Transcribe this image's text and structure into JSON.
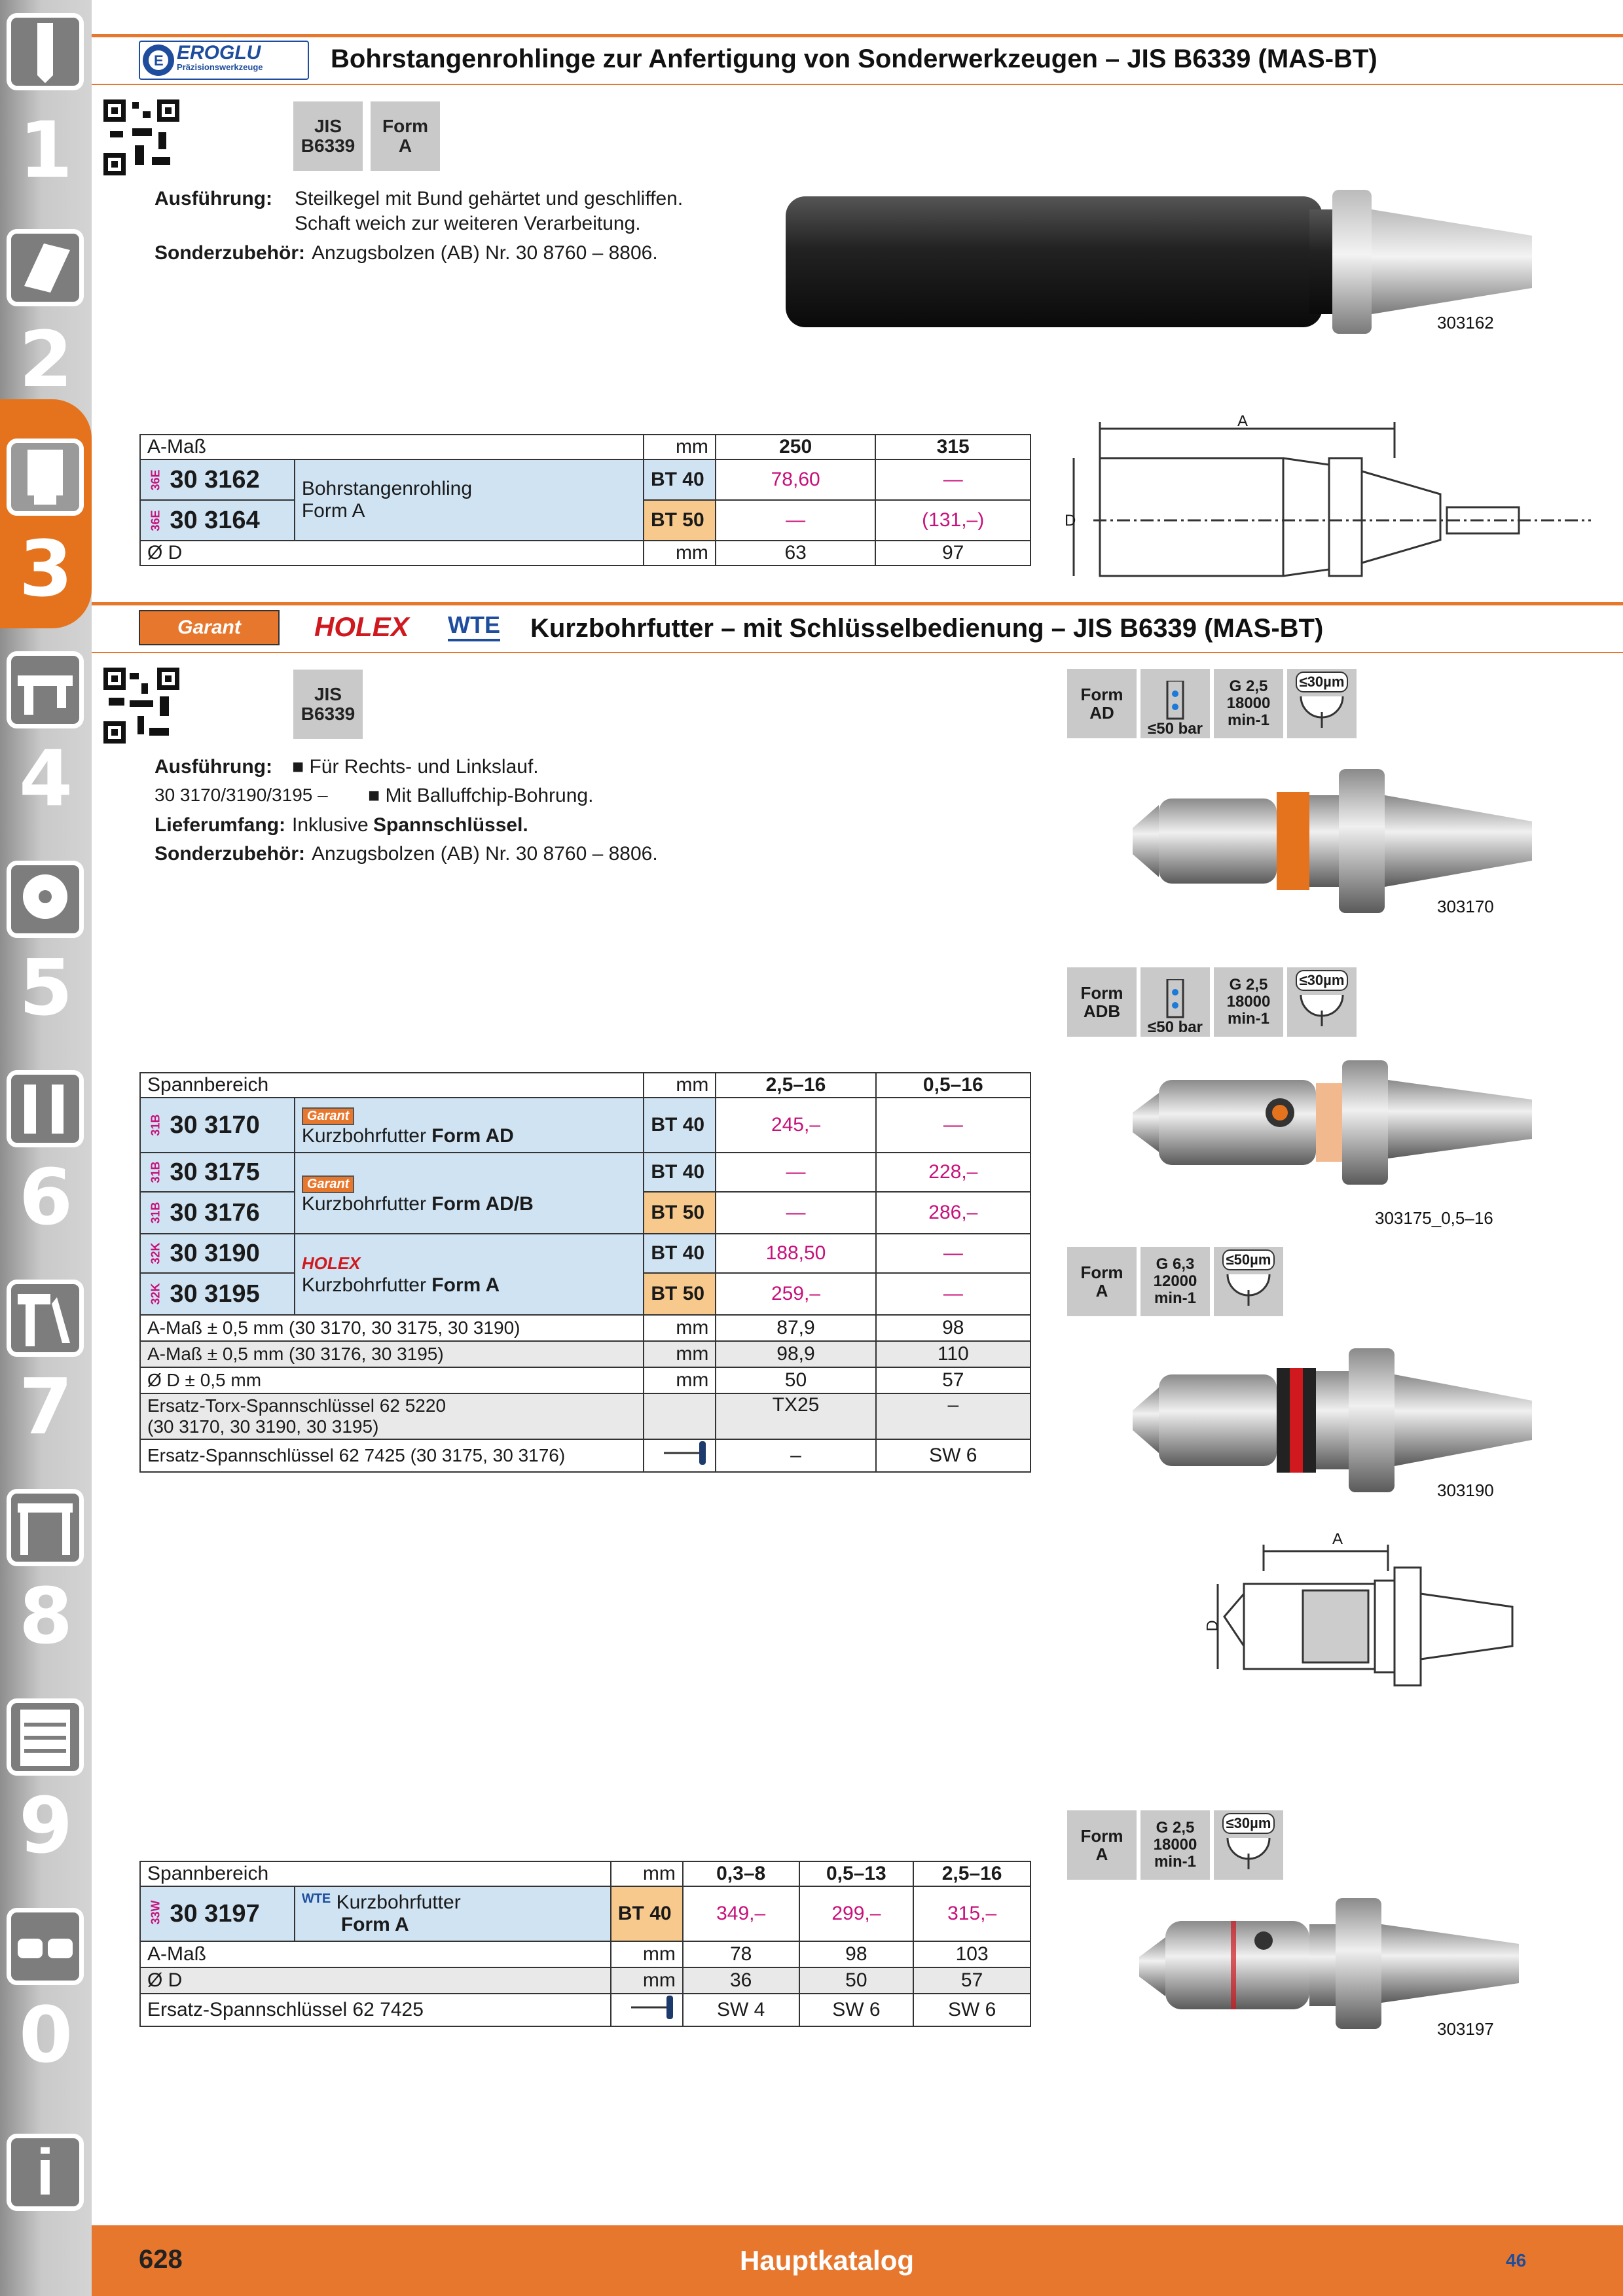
{
  "sidebar": {
    "numbers": [
      "1",
      "2",
      "3",
      "4",
      "5",
      "6",
      "7",
      "8",
      "9",
      "0"
    ],
    "icons": [
      "drill-icon",
      "insert-icon",
      "holder-icon",
      "caliper-icon",
      "grinding-disc-icon",
      "wrench-icon",
      "pliers-icon",
      "workbench-icon",
      "tool-cabinet-icon",
      "safety-glasses-icon",
      "info-icon"
    ],
    "info_letter": "i",
    "active_section": "3"
  },
  "section1": {
    "brand": "EROGLU",
    "brand_sub": "Präzisionswerkzeuge",
    "title": "Bohrstangenrohlinge zur Anfertigung von Sonderwerkzeugen – JIS B6339 (MAS-BT)",
    "badges": [
      {
        "l1": "JIS",
        "l2": "B6339"
      },
      {
        "l1": "Form",
        "l2": "A"
      }
    ],
    "ausfuehrung_label": "Ausführung:",
    "ausfuehrung_1": "Steilkegel mit Bund gehärtet und geschliffen.",
    "ausfuehrung_2": "Schaft weich zur weiteren Verarbeitung.",
    "sonder_label": "Sonderzubehör:",
    "sonder_text": "Anzugsbolzen (AB) Nr. 30 8760 – 8806.",
    "image_code": "303162",
    "dim_a": "A",
    "dim_d": "D",
    "table": {
      "header": {
        "label": "A-Maß",
        "unit": "mm",
        "cols": [
          "250",
          "315"
        ]
      },
      "rows": [
        {
          "idx": "36E",
          "art": "30 3162",
          "bt": "BT 40",
          "prices": [
            "78,60",
            "—"
          ]
        },
        {
          "idx": "36E",
          "art": "30 3164",
          "bt": "BT 50",
          "prices": [
            "—",
            "(131,–)"
          ]
        }
      ],
      "desc_1": "Bohrstangenrohling",
      "desc_2": "Form A",
      "footer": {
        "label": "Ø D",
        "unit": "mm",
        "vals": [
          "63",
          "97"
        ]
      }
    }
  },
  "section2": {
    "brands": [
      "Garant",
      "HOLEX",
      "WTE"
    ],
    "title": "Kurzbohrfutter – mit Schlüsselbedienung – JIS B6339 (MAS-BT)",
    "badge": {
      "l1": "JIS",
      "l2": "B6339"
    },
    "ausfuehrung_label": "Ausführung:",
    "ausfuehrung_text": "■ Für Rechts- und Linkslauf.",
    "ausfuehrung_2_codes": "30 3170/3190/3195 –",
    "ausfuehrung_2_text": "■ Mit Balluffchip-Bohrung.",
    "liefer_label": "Lieferumfang:",
    "liefer_text_1": "Inklusive",
    "liefer_text_2": "Spannschlüssel.",
    "sonder_label": "Sonderzubehör:",
    "sonder_text": "Anzugsbolzen (AB) Nr. 30 8760 – 8806.",
    "pictos": [
      {
        "form": [
          "Form",
          "AD"
        ],
        "cool": "≤50 bar",
        "bal": [
          "G 2,5",
          "18000",
          "min-1"
        ],
        "run": "≤30µm"
      },
      {
        "form": [
          "Form",
          "ADB"
        ],
        "cool": "≤50 bar",
        "bal": [
          "G 2,5",
          "18000",
          "min-1"
        ],
        "run": "≤30µm"
      },
      {
        "form": [
          "Form",
          "A"
        ],
        "bal": [
          "G 6,3",
          "12000",
          "min-1"
        ],
        "run": "≤50µm"
      },
      {
        "form": [
          "Form",
          "A"
        ],
        "bal": [
          "G 2,5",
          "18000",
          "min-1"
        ],
        "run": "≤30µm"
      }
    ],
    "image_codes": [
      "303170",
      "303175_0,5–16",
      "303190",
      "303197"
    ],
    "dim_a": "A",
    "dim_d": "D",
    "table": {
      "header": {
        "label": "Spannbereich",
        "unit": "mm",
        "cols": [
          "2,5–16",
          "0,5–16"
        ]
      },
      "rows": [
        {
          "idx": "31B",
          "art": "30 3170",
          "bt": "BT 40",
          "prices": [
            "245,–",
            "—"
          ]
        },
        {
          "idx": "31B",
          "art": "30 3175",
          "bt": "BT 40",
          "prices": [
            "—",
            "228,–"
          ]
        },
        {
          "idx": "31B",
          "art": "30 3176",
          "bt": "BT 50",
          "prices": [
            "—",
            "286,–"
          ]
        },
        {
          "idx": "32K",
          "art": "30 3190",
          "bt": "BT 40",
          "prices": [
            "188,50",
            "—"
          ]
        },
        {
          "idx": "32K",
          "art": "30 3195",
          "bt": "BT 50",
          "prices": [
            "259,–",
            "—"
          ]
        }
      ],
      "desc_ad_1": "Kurzbohrfutter",
      "desc_ad_2": "Form AD",
      "desc_adb_1": "Kurzbohrfutter",
      "desc_adb_2": "Form AD/B",
      "desc_a_1": "Kurzbohrfutter",
      "desc_a_2": "Form A",
      "footer": [
        {
          "label": "A-Maß ± 0,5 mm (30 3170, 30 3175, 30 3190)",
          "unit": "mm",
          "vals": [
            "87,9",
            "98"
          ]
        },
        {
          "label": "A-Maß ± 0,5 mm (30 3176, 30 3195)",
          "unit": "mm",
          "vals": [
            "98,9",
            "110"
          ]
        },
        {
          "label": "Ø D ± 0,5 mm",
          "unit": "mm",
          "vals": [
            "50",
            "57"
          ]
        },
        {
          "label": "Ersatz-Torx-Spannschlüssel 62 5220",
          "label2": "(30 3170, 30 3190, 30 3195)",
          "unit": "",
          "vals": [
            "TX25",
            "–"
          ]
        },
        {
          "label": "Ersatz-Spannschlüssel 62 7425 (30 3175, 30 3176)",
          "unit": "",
          "vals": [
            "–",
            "SW 6"
          ]
        }
      ]
    },
    "table2": {
      "header": {
        "label": "Spannbereich",
        "unit": "mm",
        "cols": [
          "0,3–8",
          "0,5–13",
          "2,5–16"
        ]
      },
      "row": {
        "idx": "33W",
        "art": "30 3197",
        "brand": "WTE",
        "desc_1": "Kurzbohrfutter",
        "desc_2": "Form A",
        "bt": "BT 40",
        "prices": [
          "349,–",
          "299,–",
          "315,–"
        ]
      },
      "footer": [
        {
          "label": "A-Maß",
          "unit": "mm",
          "vals": [
            "78",
            "98",
            "103"
          ]
        },
        {
          "label": "Ø D",
          "unit": "mm",
          "vals": [
            "36",
            "50",
            "57"
          ]
        },
        {
          "label": "Ersatz-Spannschlüssel 62 7425",
          "unit": "",
          "vals": [
            "SW 4",
            "SW 6",
            "SW 6"
          ]
        }
      ]
    }
  },
  "footer": {
    "page": "628",
    "title": "Hauptkatalog",
    "right": "46"
  },
  "colors": {
    "orange": "#e8772e",
    "blue_cell": "#cfe3f3",
    "orange_cell": "#f7c98d",
    "price": "#c8107a"
  }
}
